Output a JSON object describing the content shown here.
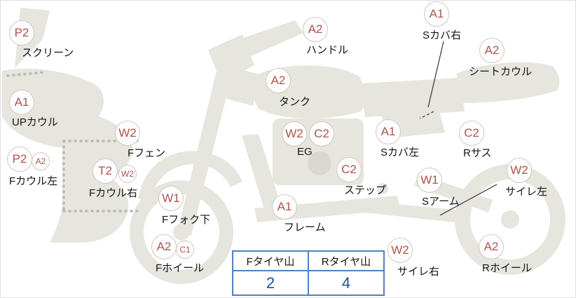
{
  "parts": [
    {
      "code": "P2",
      "label": "スクリーン"
    },
    {
      "code": "A1",
      "label": "UPカウル"
    },
    {
      "code": "P2",
      "sub": "A2",
      "label": "Fカウル左"
    },
    {
      "code": "T2",
      "sub": "W2",
      "label": "Fカウル右"
    },
    {
      "code": "W2",
      "label": "Fフェン"
    },
    {
      "code": "W1",
      "label": "Fフォク下"
    },
    {
      "code": "A2",
      "sub": "C1",
      "label": "Fホイール"
    },
    {
      "code": "A2",
      "label": "ハンドル"
    },
    {
      "code": "A2",
      "label": "タンク"
    },
    {
      "code": "W2",
      "code2": "C2",
      "label": "EG"
    },
    {
      "code": "C2",
      "label": "ステップ"
    },
    {
      "code": "A1",
      "label": "フレーム"
    },
    {
      "code": "A1",
      "label": "Sカバ左"
    },
    {
      "code": "A1",
      "label": "Sカバ右"
    },
    {
      "code": "A2",
      "label": "シートカウル"
    },
    {
      "code": "C2",
      "label": "Rサス"
    },
    {
      "code": "W1",
      "label": "Sアーム"
    },
    {
      "code": "W2",
      "label": "サイレ左"
    },
    {
      "code": "W2",
      "label": "サイレ右"
    },
    {
      "code": "A2",
      "label": "Rホイール"
    }
  ],
  "tire_table": {
    "columns": [
      {
        "header": "Fタイヤ山",
        "value": "2"
      },
      {
        "header": "Rタイヤ山",
        "value": "4"
      }
    ]
  },
  "colors": {
    "code_text": "#b0544a",
    "circle_border": "#d2c6c2",
    "silhouette": "#e6e6df",
    "table_border": "#4f81bd",
    "table_value": "#1f4e9c",
    "label_text": "#141414"
  }
}
